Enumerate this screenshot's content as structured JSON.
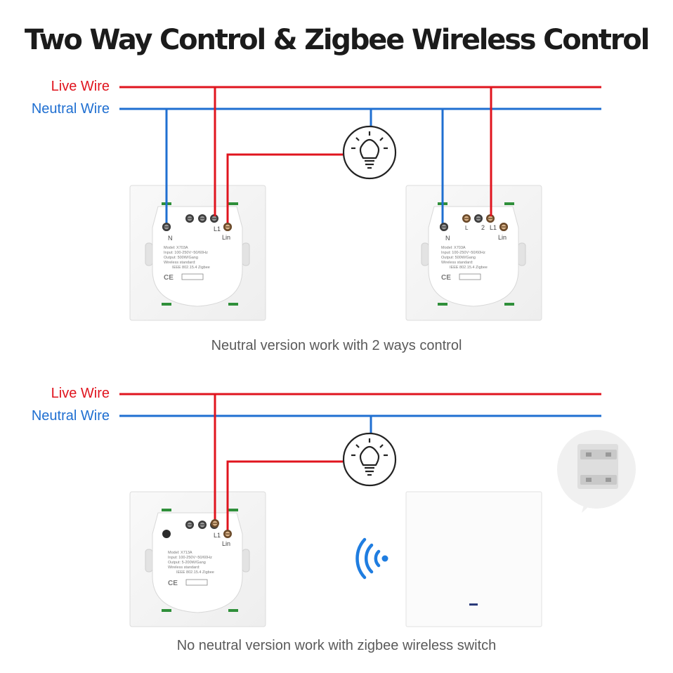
{
  "title": "Two Way Control & Zigbee Wireless Control",
  "colors": {
    "live": "#e0141e",
    "neutral": "#1f6fd1",
    "plate": "#f4f4f4"
  },
  "section1": {
    "live_label": "Live Wire",
    "neutral_label": "Neutral Wire",
    "caption": "Neutral version work with 2 ways control",
    "left_switch": {
      "terminals": {
        "n": "N",
        "l1": "L1",
        "lin": "Lin"
      },
      "spec_lines": [
        "Model: X703A",
        "Input: 100-250V~50/60Hz",
        "Output: 500W/Gang",
        "Wireless standard:",
        "IEEE 802.15.4 Zigbee"
      ]
    },
    "right_switch": {
      "terminals": {
        "n": "N",
        "l": "L",
        "two": "2",
        "l1": "L1",
        "lin": "Lin"
      },
      "spec_lines": [
        "Model: X703A",
        "Input: 100-250V~50/60Hz",
        "Output: 500W/Gang",
        "Wireless standard:",
        "IEEE 802.15.4 Zigbee"
      ]
    }
  },
  "section2": {
    "live_label": "Live Wire",
    "neutral_label": "Neutral Wire",
    "caption": "No neutral version work with zigbee wireless switch",
    "switch": {
      "terminals": {
        "l1": "L1",
        "lin": "Lin"
      },
      "spec_lines": [
        "Model: X713A",
        "Input: 100-250V~50/60Hz",
        "Output: 5-200W/Gang",
        "Wireless standard:",
        "IEEE 802.15.4 Zigbee"
      ]
    }
  },
  "certifications": [
    "CE"
  ],
  "icons": [
    "light-bulb-icon",
    "wireless-signal-icon",
    "mounting-bracket-icon"
  ]
}
